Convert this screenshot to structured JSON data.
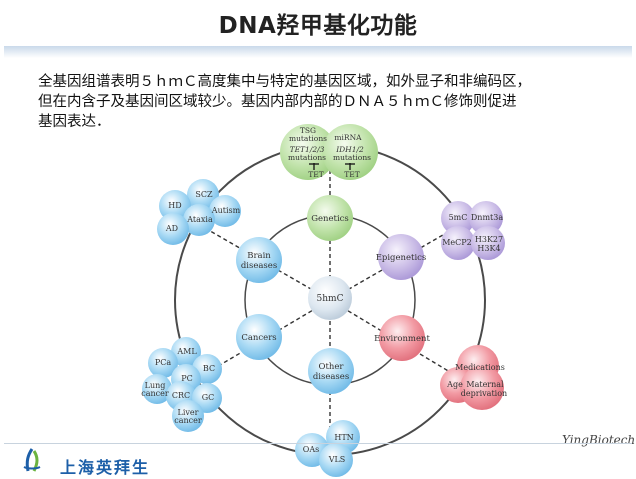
{
  "title": "DNA羟甲基化功能",
  "paragraph": [
    "全基因组谱表明５ｈｍＣ高度集中与特定的基因区域，如外显子和非编码区，",
    "但在内含子及基因间区域较少。基因内部内部的ＤＮＡ５ｈｍＣ修饰则促进",
    "基因表达．"
  ],
  "diagram": {
    "center": "5hmC",
    "nodes": {
      "genetics": "Genetics",
      "epigenetics": "Epigenetics",
      "environment": "Environment",
      "other": [
        "Other",
        "diseases"
      ],
      "cancers": "Cancers",
      "brain": [
        "Brain",
        "diseases"
      ]
    },
    "top_cluster": {
      "tsg": [
        "TSG",
        "mutations"
      ],
      "mirna": "miRNA",
      "tet_mut": [
        "TET1/2/3",
        "mutations"
      ],
      "idh": [
        "IDH1/2",
        "mutations"
      ],
      "tet_left": "TET",
      "tet_right": "TET"
    },
    "epi_cluster": {
      "c5mc": "5mC",
      "dnmt3a": "Dnmt3a",
      "mecp2": "MeCP2",
      "h3k27": "H3K27",
      "h3k4": "H3K4"
    },
    "env_cluster": {
      "medications": "Medications",
      "age": "Age",
      "maternal": [
        "Maternal",
        "deprivation"
      ]
    },
    "other_cluster": {
      "oas": "OAs",
      "htn": "HTN",
      "vls": "VLS"
    },
    "cancer_cluster": {
      "aml": "AML",
      "pca": "PCa",
      "bc": "BC",
      "pc": "PC",
      "lung": [
        "Lung",
        "cancer"
      ],
      "crc": "CRC",
      "gc": "GC",
      "liver": [
        "Liver",
        "cancer"
      ]
    },
    "brain_cluster": {
      "scz": "SCZ",
      "hd": "HD",
      "autism": "Autism",
      "ataxia": "Ataxia",
      "ad": "AD"
    }
  },
  "footer": {
    "company": "上海英拜生",
    "brand": "YingBiotech"
  },
  "colors": {
    "genetics": "#b7dc9e",
    "epigenetics": "#c5b6e3",
    "environment": "#ef8e98",
    "blue": "#8fcdef",
    "center": "#dce6ef",
    "ring": "#555555"
  }
}
